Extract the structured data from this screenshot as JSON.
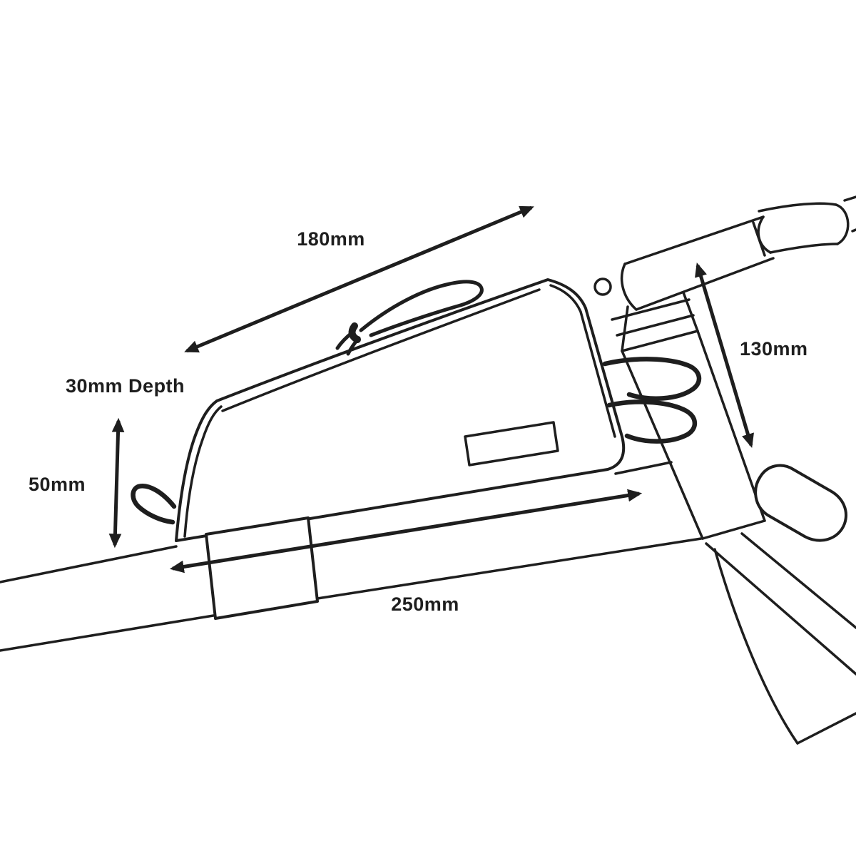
{
  "diagram": {
    "labels": {
      "top_length": "180mm",
      "rear_height": "130mm",
      "depth": "30mm Depth",
      "front_height": "50mm",
      "base_length": "250mm"
    },
    "colors": {
      "line": "#1e1e1e",
      "background": "#ffffff"
    }
  }
}
